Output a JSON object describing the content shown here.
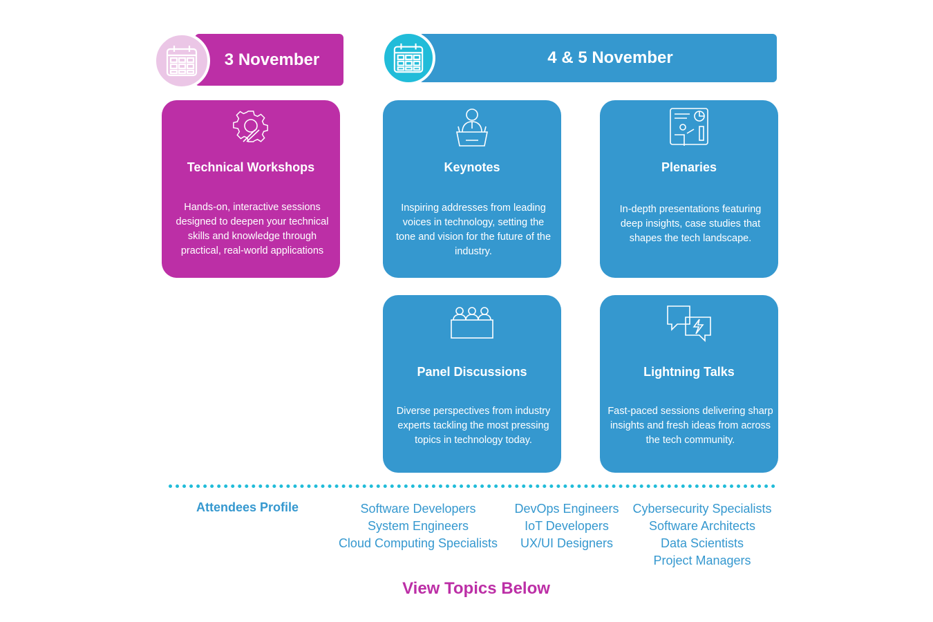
{
  "dates": {
    "first": "3 November",
    "second": "4 & 5 November"
  },
  "colors": {
    "magenta": "#bc2fa6",
    "blue": "#3598cf",
    "cyan": "#21bcd9",
    "pale_pink": "#ebc6e6"
  },
  "cards": [
    {
      "icon": "gear-wrench-icon",
      "title": "Technical Workshops",
      "lines": [
        "Hands-on, interactive sessions",
        "designed to deepen your technical",
        "skills and knowledge through",
        "practical, real-world applications"
      ]
    },
    {
      "icon": "speaker-podium-icon",
      "title": "Keynotes",
      "lines": [
        "Inspiring addresses from leading",
        "voices in technology, setting the",
        "tone and vision for the future of the",
        "industry."
      ]
    },
    {
      "icon": "presentation-board-icon",
      "title": "Plenaries",
      "lines": [
        "In-depth presentations featuring",
        "deep insights, case studies that",
        "shapes the tech landscape."
      ]
    },
    {
      "icon": "panel-people-icon",
      "title": "Panel Discussions",
      "lines": [
        "Diverse perspectives from industry",
        "experts tackling the most pressing",
        "topics in technology today."
      ]
    },
    {
      "icon": "chat-lightning-icon",
      "title": "Lightning Talks",
      "lines": [
        "Fast-paced sessions delivering sharp",
        "insights and fresh ideas from across",
        "the tech community."
      ]
    }
  ],
  "attendees": {
    "label": "Attendees Profile",
    "col1": [
      "Software Developers",
      "System Engineers",
      "Cloud Computing Specialists"
    ],
    "col2": [
      "DevOps Engineers",
      "IoT Developers",
      "UX/UI Designers"
    ],
    "col3": [
      "Cybersecurity Specialists",
      "Software Architects",
      "Data Scientists",
      "Project Managers"
    ]
  },
  "cta": "View Topics Below"
}
